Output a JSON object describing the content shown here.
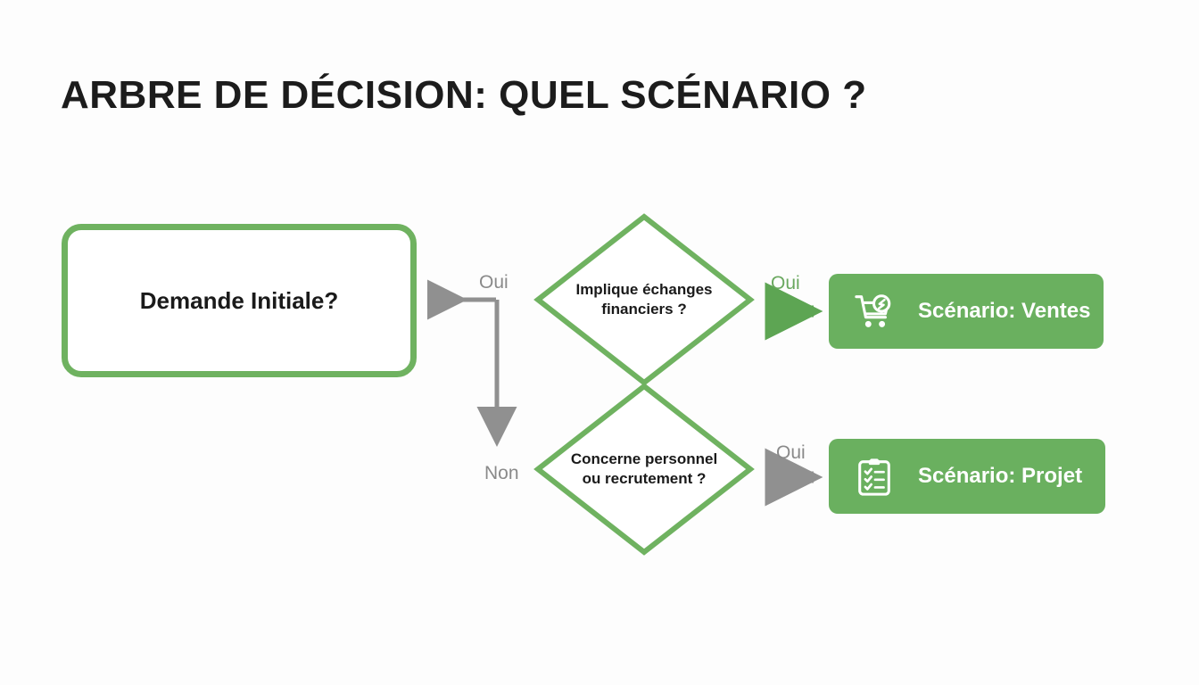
{
  "page": {
    "title": "ARBRE DE DÉCISION: QUEL SCÉNARIO ?",
    "background_color": "#fdfdfd"
  },
  "colors": {
    "green_accent": "#6ab05f",
    "green_border": "#6fb260",
    "gray_connector": "#909090",
    "title_color": "#1c1c1c",
    "label_gray": "#8a8a8a",
    "label_green": "#6aa85f",
    "node_text": "#1a1a1a",
    "outcome_text": "#ffffff"
  },
  "nodes": {
    "root": {
      "label": "Demande Initiale?",
      "type": "rounded-box",
      "fill": "#ffffff",
      "border": "#6fb260"
    },
    "decision_financial": {
      "line1": "Implique échanges",
      "line2": "financiers ?",
      "type": "diamond",
      "stroke": "#6fb260"
    },
    "decision_hr": {
      "line1": "Concerne personnel",
      "line2": "ou recrutement ?",
      "type": "diamond",
      "stroke": "#6fb260"
    },
    "outcome_sales": {
      "label": "Scénario: Ventes",
      "icon": "shopping-cart-money-icon",
      "fill": "#6ab05f"
    },
    "outcome_project": {
      "label": "Scénario: Projet",
      "icon": "clipboard-checklist-icon",
      "fill": "#6ab05f"
    }
  },
  "edges": [
    {
      "id": "oui-to-root",
      "label": "Oui",
      "from": "decision_financial",
      "to": "root",
      "color": "#909090",
      "direction": "left"
    },
    {
      "id": "non-down",
      "label": "Non",
      "from": "decision_financial",
      "to": "decision_hr",
      "color": "#909090",
      "direction": "down"
    },
    {
      "id": "oui-to-sales",
      "label": "Oui",
      "from": "decision_financial",
      "to": "outcome_sales",
      "color": "#6aa85f",
      "direction": "right"
    },
    {
      "id": "oui-to-project",
      "label": "Oui",
      "from": "decision_hr",
      "to": "outcome_project",
      "color": "#909090",
      "direction": "right"
    }
  ]
}
